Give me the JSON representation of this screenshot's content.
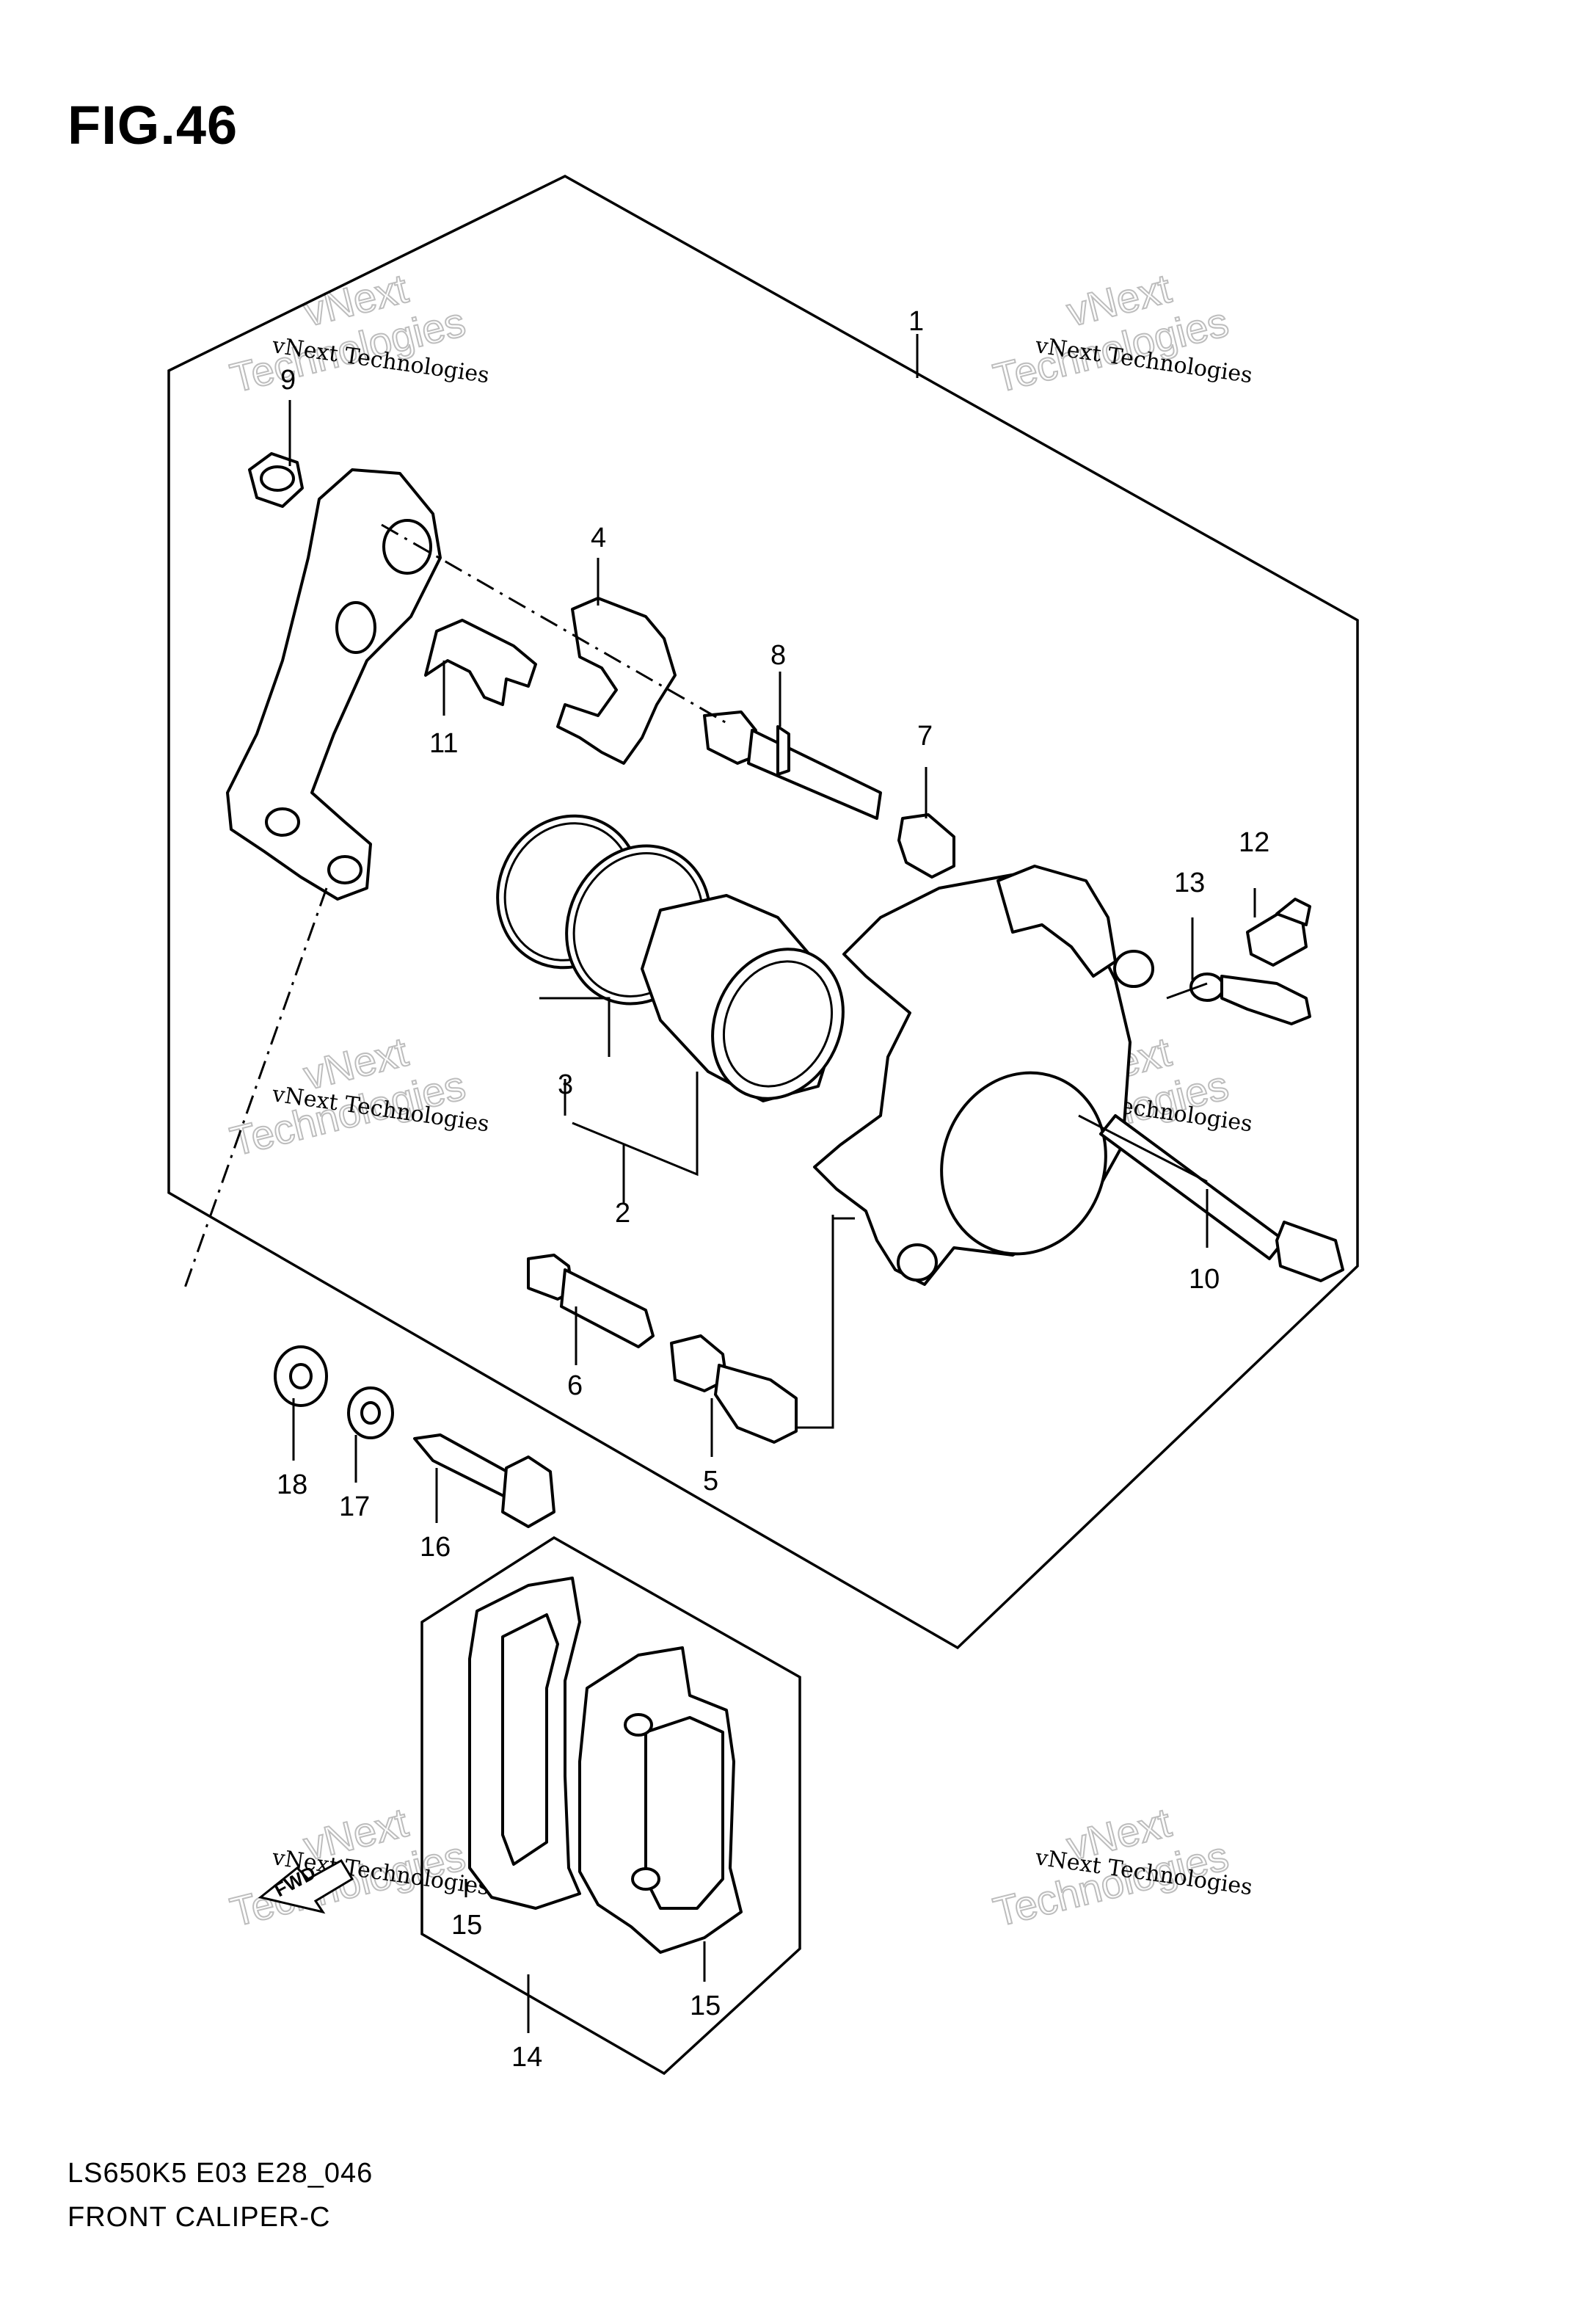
{
  "figure": {
    "title": "FIG.46",
    "code": "LS650K5 E03 E28_046",
    "name": "FRONT CALIPER-C"
  },
  "callouts": [
    {
      "id": "c1",
      "label": "1"
    },
    {
      "id": "c2",
      "label": "2"
    },
    {
      "id": "c3",
      "label": "3"
    },
    {
      "id": "c4",
      "label": "4"
    },
    {
      "id": "c5",
      "label": "5"
    },
    {
      "id": "c6",
      "label": "6"
    },
    {
      "id": "c7",
      "label": "7"
    },
    {
      "id": "c8",
      "label": "8"
    },
    {
      "id": "c9",
      "label": "9"
    },
    {
      "id": "c10",
      "label": "10"
    },
    {
      "id": "c11",
      "label": "11"
    },
    {
      "id": "c12",
      "label": "12"
    },
    {
      "id": "c13",
      "label": "13"
    },
    {
      "id": "c14",
      "label": "14"
    },
    {
      "id": "c15a",
      "label": "15"
    },
    {
      "id": "c15b",
      "label": "15"
    },
    {
      "id": "c16",
      "label": "16"
    },
    {
      "id": "c17",
      "label": "17"
    },
    {
      "id": "c18",
      "label": "18"
    }
  ],
  "watermark": {
    "line1": "vNext Technologies",
    "big1": "vNext",
    "big2": "Technologies"
  },
  "fwd_label": "FWD"
}
